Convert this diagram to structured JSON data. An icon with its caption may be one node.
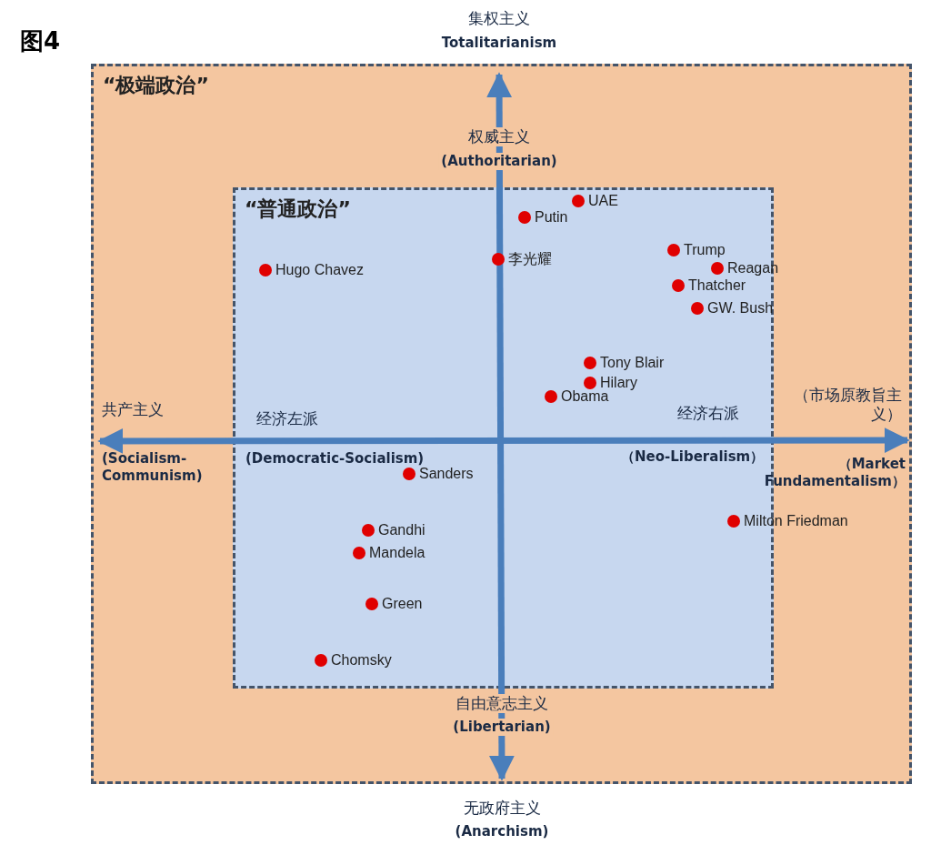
{
  "diagram": {
    "title": "图4",
    "nodes": [
      {
        "text": [
          "“极端政治”"
        ]
      },
      {
        "text": [
          "“普通政治”"
        ],
        "in": 0
      }
    ],
    "edges": [],
    "labels": [
      "集权主义",
      "Totalitarianism",
      "权威主义",
      "(Authoritarian)",
      "UAE",
      "Putin",
      "Trump",
      "Hugo Chavez",
      "李光耀",
      "Reagan",
      "Thatcher",
      "GW. Bush",
      "Tony Blair",
      "Hilary",
      "Obama",
      "共产主义",
      "经济左派",
      "经济右派",
      "（市场原教旨主义）",
      "(Socialism- Communism)",
      "(Democratic-Socialism)",
      "（Neo-Liberalism）",
      "（Market Fundamentalism）",
      "Sanders",
      "Milton Friedman",
      "Gandhi",
      "Mandela",
      "Green",
      "Chomsky",
      "自由意志主义",
      "(Libertarian)",
      "无政府主义",
      "(Anarchism)"
    ]
  }
}
